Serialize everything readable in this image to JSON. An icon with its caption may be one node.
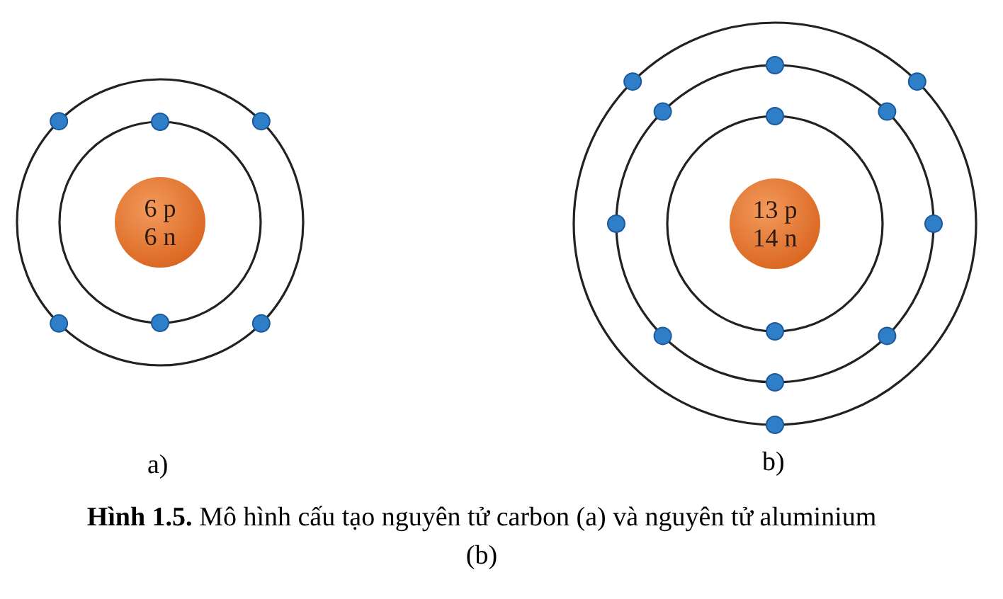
{
  "diagram": {
    "caption": "**Hình 1.5.** Mô hình cấu tạo nguyên tử carbon (a) và nguyên tử aluminium (b)",
    "nodes": [
      {
        "text": [
          "6 p",
          "6 n"
        ]
      },
      {
        "text": [
          "13 p",
          "14 n"
        ]
      }
    ],
    "edges": [],
    "labels": [
      "a)",
      "b)"
    ]
  }
}
